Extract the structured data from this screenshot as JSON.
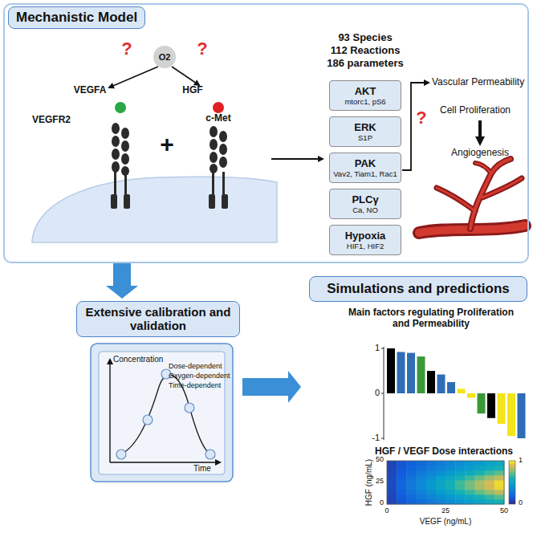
{
  "diagram": {
    "nodes": [
      {
        "text": [
          "Mechanistic Model"
        ]
      },
      {
        "text": [
          "O2"
        ],
        "in": 0
      },
      {
        "text": [
          "AKT",
          "mtorc1, pS6"
        ],
        "in": 0
      },
      {
        "text": [
          "ERK",
          "S1P"
        ],
        "in": 0
      },
      {
        "text": [
          "PAK",
          "Vav2, Tiam1, Rac1"
        ],
        "in": 0
      },
      {
        "text": [
          "PLCγ",
          "Ca, NO"
        ],
        "in": 0
      },
      {
        "text": [
          "Hypoxia",
          "HIF1, HIF2"
        ],
        "in": 0
      },
      {
        "text": [
          "Extensive calibration and validation"
        ]
      },
      {
        "text": [
          "Simulations and predictions"
        ]
      }
    ],
    "edges": [
      {
        "from": 0,
        "to": 7,
        "arrow": "to"
      },
      {
        "from": 7,
        "to": 8,
        "arrow": "to"
      }
    ],
    "labels": [
      "?",
      "?",
      "VEGFA",
      "VEGFR2",
      "HGF",
      "c-Met",
      "+",
      "93 Species",
      "112 Reactions",
      "186 parameters",
      "Vascular Permeability",
      "Cell Proliferation",
      "?",
      "Angiogenesis",
      "Concentration",
      "Dose-dependent",
      "Oxygen-dependent",
      "Time-dependent",
      "Time",
      "Main factors regulating Proliferation and Permeability",
      "1",
      "0",
      "-1",
      "HGF / VEGF Dose interactions",
      "HGF (ng/mL)",
      "50",
      "25",
      "0",
      "0",
      "25",
      "50",
      "VEGF (ng/mL)",
      "1",
      "0"
    ]
  }
}
